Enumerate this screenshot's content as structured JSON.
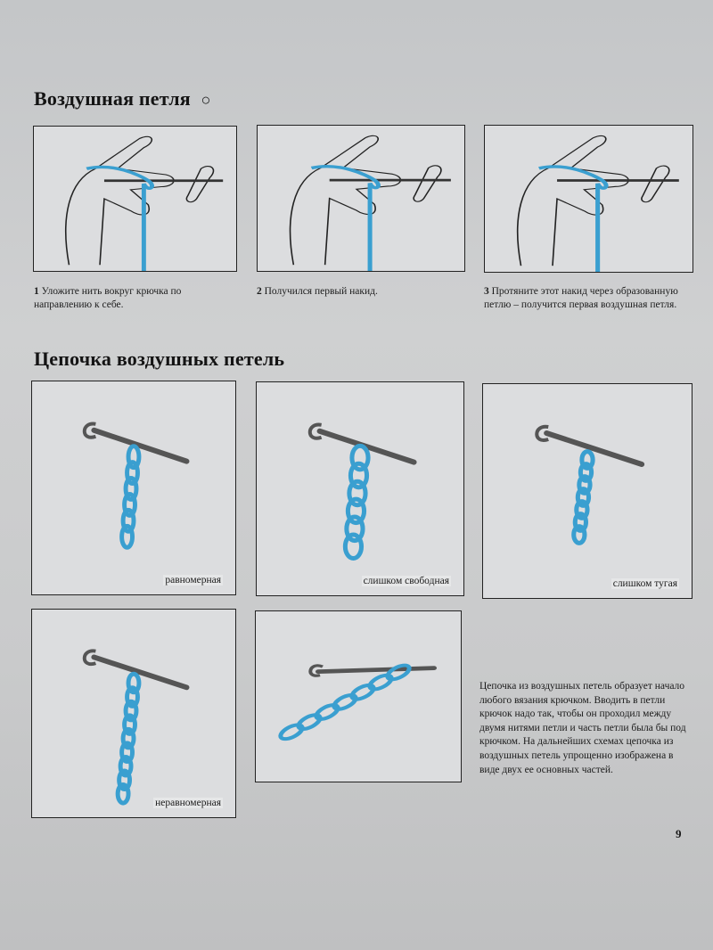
{
  "section1": {
    "title": "Воздушная петля",
    "symbol": "○",
    "steps": [
      {
        "num": "1",
        "text": "Уложите нить вокруг крючка по направлению к себе."
      },
      {
        "num": "2",
        "text": "Получился первый накид."
      },
      {
        "num": "3",
        "text": "Протяните этот накид через образованную петлю – получится первая воздушная петля."
      }
    ]
  },
  "section2": {
    "title": "Цепочка воздушных петель",
    "labels": [
      "равномерная",
      "слишком свободная",
      "слишком тугая",
      "неравномерная"
    ],
    "description": "Цепочка из воздушных петель образует начало любого вязания крючком. Вводить в петли крючок надо так, чтобы он проходил между двумя нитями петли и часть петли была бы под крючком. На дальнейших схемах цепочка из воздушных петель упрощенно изображена в виде двух ее основных частей."
  },
  "page_number": "9",
  "colors": {
    "yarn": "#3a9fd0",
    "ink": "#1a1a1a"
  }
}
